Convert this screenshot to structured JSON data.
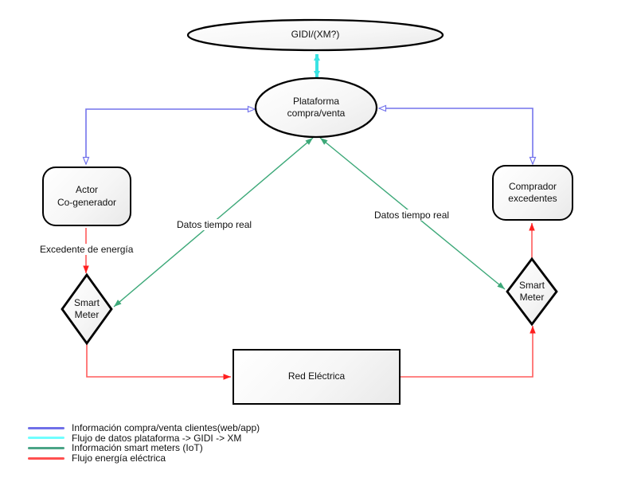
{
  "nodes": {
    "gidi": {
      "label": "GIDI/(XM?)"
    },
    "plataforma": {
      "label": "Plataforma\ncompra/venta"
    },
    "actor": {
      "label": "Actor\nCo-generador"
    },
    "comprador": {
      "label": "Comprador\nexcedentes"
    },
    "smart_meter_left": {
      "label": "Smart\nMeter"
    },
    "smart_meter_right": {
      "label": "Smart\nMeter"
    },
    "red_electrica": {
      "label": "Red Eléctrica"
    }
  },
  "edge_labels": {
    "excedente": "Excedente de energía",
    "datos_left": "Datos tiempo real",
    "datos_right": "Datos tiempo real"
  },
  "legend": {
    "items": [
      {
        "name": "info-compra-venta",
        "color": "#7070E8",
        "label": "Información compra/venta clientes(web/app)"
      },
      {
        "name": "flujo-datos-plataforma",
        "color": "#70FFFF",
        "label": "Flujo de datos plataforma -> GIDI -> XM"
      },
      {
        "name": "info-smart-meters",
        "color": "#4AA486",
        "label": "Información smart meters (IoT)"
      },
      {
        "name": "flujo-energia",
        "color": "#FF5050",
        "label": "Flujo energía eléctrica"
      }
    ]
  },
  "colors": {
    "blue": "#7474EC",
    "cyan": "#3AE3E3",
    "green": "#3CA878",
    "red": "#FF1F1F",
    "red_line": "#FF5C5C",
    "node_border": "#000000",
    "background": "#FFFFFF"
  }
}
